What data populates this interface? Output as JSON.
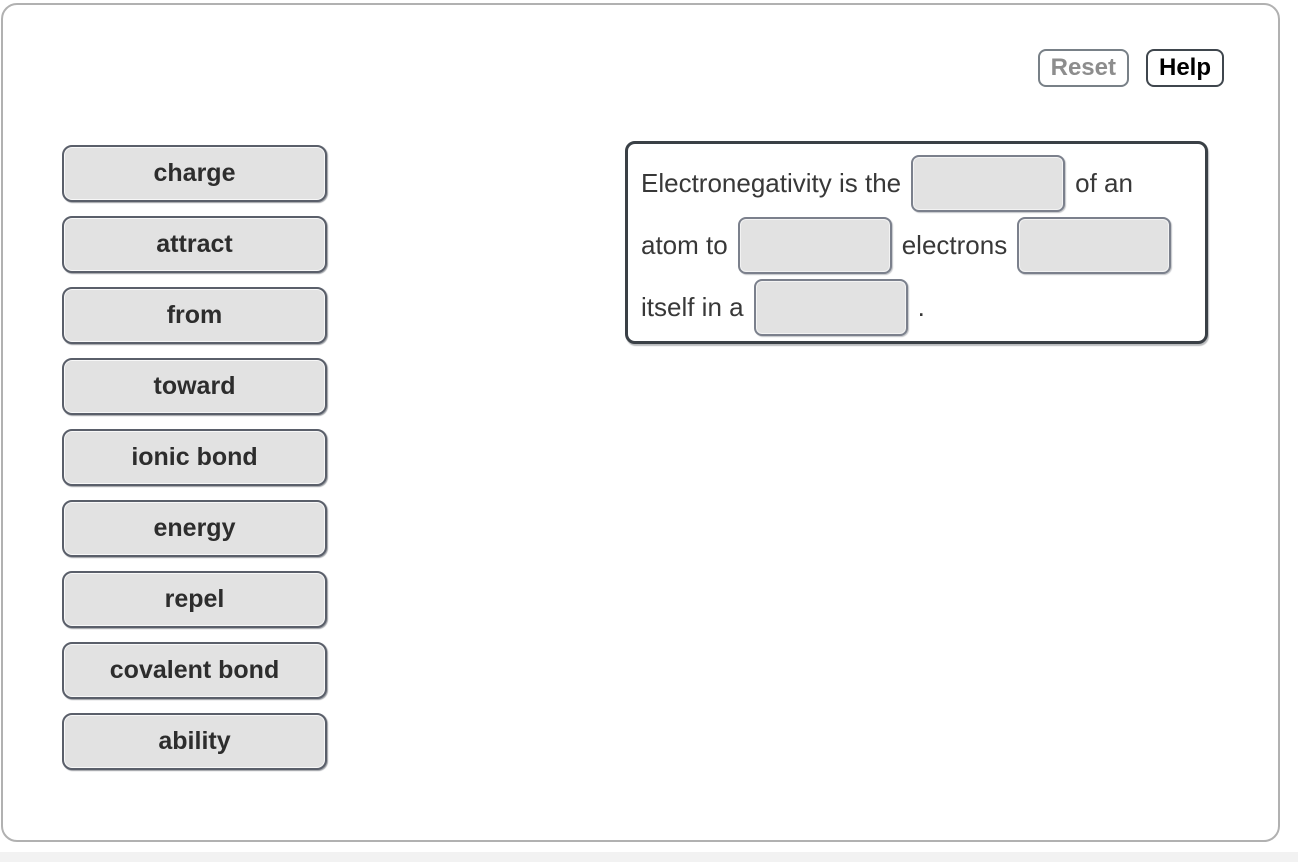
{
  "toolbar": {
    "reset_label": "Reset",
    "help_label": "Help"
  },
  "word_bank": {
    "words": [
      "charge",
      "attract",
      "from",
      "toward",
      "ionic bond",
      "energy",
      "repel",
      "covalent bond",
      "ability"
    ]
  },
  "sentence": {
    "line1_text_before": "Electronegativity is the",
    "line1_text_after": "of an",
    "line2_text_before": "atom to",
    "line2_text_middle": "electrons",
    "line3_text_before": "itself in a",
    "line3_text_after": ".",
    "blanks": [
      "",
      "",
      "",
      ""
    ]
  },
  "colors": {
    "chip_fill": "#e2e2e2",
    "chip_border": "#5a5f6a",
    "chip_text": "#2d2d2d",
    "panel_border": "#3a4046",
    "blank_border": "#7b808c",
    "card_border": "#b1b1b1",
    "reset_text": "#8d8d8d",
    "reset_border": "#788087",
    "help_border": "#3f464d",
    "sentence_text": "#383838"
  }
}
